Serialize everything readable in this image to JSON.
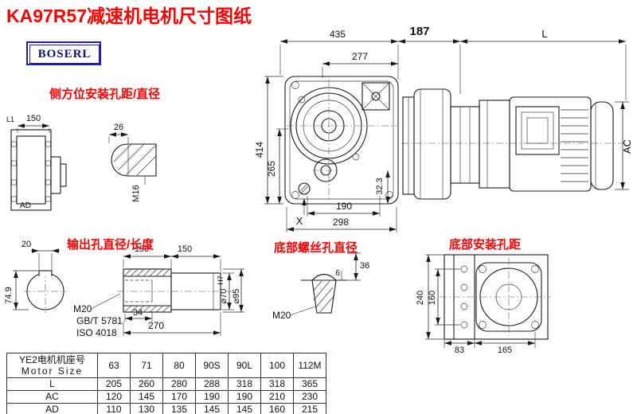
{
  "title": "KA97R57减速机电机尺寸图纸",
  "logo": {
    "text": "BOSERL"
  },
  "colors": {
    "accent_red": "#fe0000",
    "logo_blue": "#1f1fae",
    "line_dark": "#1a1a1a"
  },
  "annotations": {
    "side_mount_label": "侧方位安装孔距/直径",
    "output_label": "输出孔直径/长度",
    "bottom_screw_label": "底部螺丝孔直径",
    "bottom_mount_label": "底部安装孔距"
  },
  "dims": {
    "overall_width": "435",
    "adapter_length": "187",
    "motor_length": "L",
    "upper_width": "277",
    "overall_height": "414",
    "center_height": "265",
    "foot_offset": "32.3",
    "foot_span": "190",
    "base_width": "298",
    "x_marker": "X",
    "motor_diameter": "AC",
    "l1": "L1",
    "side_spacing": "150",
    "ad": "AD",
    "stub_width": "26",
    "stub_thread": "M16",
    "key_width": "20",
    "hub_length": "150",
    "shaft_length_seg": "150",
    "key_depth": "74.9",
    "tap_thread": "M20",
    "gb_standard": "GB/T 5781",
    "iso_standard": "ISO 4018",
    "thread_depth": "34",
    "total_length": "270",
    "bore_dia": "⌀70",
    "bore_tol": "H7",
    "hub_dia": "⌀95",
    "screw_small": "6",
    "screw_height": "36",
    "screw_thread": "M20",
    "base_height": "240",
    "hole_spacing_v": "160",
    "hole_spacing_a": "83",
    "hole_spacing_b": "165"
  },
  "table": {
    "header_line1": "YE2电机机座号",
    "header_line2": "Motor Size",
    "columns": [
      "63",
      "71",
      "80",
      "90S",
      "90L",
      "100",
      "112M"
    ],
    "rows": [
      {
        "label": "L",
        "values": [
          "205",
          "260",
          "280",
          "288",
          "318",
          "318",
          "365"
        ]
      },
      {
        "label": "AC",
        "values": [
          "120",
          "145",
          "170",
          "190",
          "190",
          "210",
          "230"
        ]
      },
      {
        "label": "AD",
        "values": [
          "110",
          "130",
          "135",
          "145",
          "145",
          "160",
          "215"
        ]
      }
    ]
  }
}
